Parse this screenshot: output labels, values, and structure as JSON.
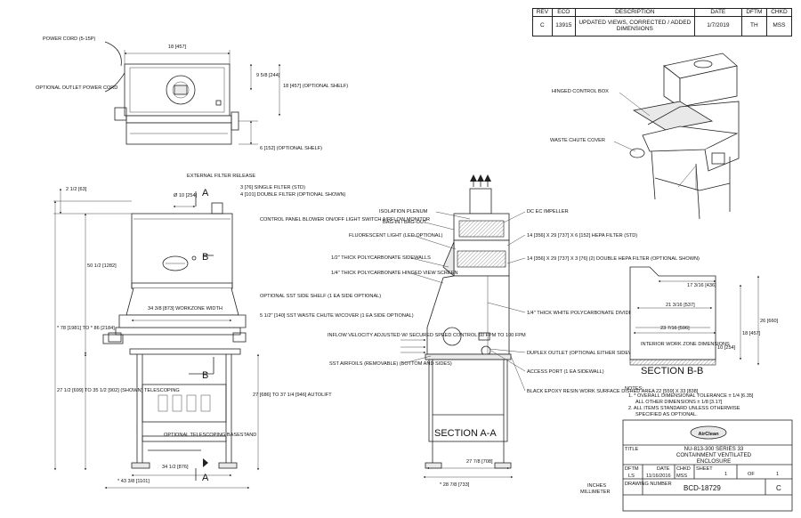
{
  "revision_block": {
    "headers": [
      "REV",
      "ECO",
      "DESCRIPTION",
      "DATE",
      "DFTM",
      "CHKD"
    ],
    "row": [
      "C",
      "13915",
      "UPDATED VIEWS, CORRECTED / ADDED DIMENSIONS",
      "1/7/2019",
      "TH",
      "MSS"
    ]
  },
  "top_view": {
    "power_cord": "POWER CORD (5-15P)",
    "outlet": "OPTIONAL OUTLET POWER CORD",
    "dim_width": "18 [457]",
    "dim_9_5_8": "9 5/8 [244]",
    "dim_shelf18": "18 [457] (OPTIONAL SHELF)",
    "dim_6": "6 [152] (OPTIONAL SHELF)"
  },
  "front_view": {
    "filter_release": "EXTERNAL FILTER RELEASE",
    "dim_2_5": "2 1/2 [63]",
    "dim_10": "Ø 10 [254]",
    "filter_single": "3 [76] SINGLE FILTER (STD)",
    "filter_double": "4 [101] DOUBLE FILTER (OPTIONAL SHOWN)",
    "control_panel": "CONTROL PANEL BLOWER ON/OFF LIGHT SWITCH AIRFLOW MONITOR",
    "dim_50": "50 1/2 [1282]",
    "dim_78": "* 78 [1981] TO * 86 [2184]",
    "dim_34_3_8": "34 3/8 [873] WORKZONE WIDTH",
    "sst_shelf": "OPTIONAL SST SIDE SHELF (1 EA SIDE OPTIONAL)",
    "waste_chute": "5 1/2\" [140] SST WASTE CHUTE W/COVER (1 EA SIDE OPTIONAL)",
    "dim_27_5": "27 1/2 [699] TO 35 1/2 [902] (SHOWN) TELESCOPING",
    "dim_27": "27 [686] TO 37 1/4 [946] AUTOLIFT",
    "basestand": "OPTIONAL TELESCOPING BASESTAND",
    "dim_34_5": "34 1/2 [876]",
    "dim_43": "* 43 3/8 [1101]",
    "section_letters": [
      "A",
      "A",
      "B",
      "B"
    ]
  },
  "section_aa": {
    "title": "SECTION A-A",
    "labels_left": [
      "ISOLATION PLENUM",
      "BAG-IN / BAG-OUT",
      "FLUORESCENT LIGHT (LED OPTIONAL)",
      "1/2\" THICK POLYCARBONATE SIDEWALLS",
      "1/4\" THICK POLYCARBONATE HINGED VIEW SCREEN",
      "INFLOW VELOCITY ADJUSTED W/ SECURED SPEED CONTROL 60 FPM TO 100 FPM",
      "SST AIRFOILS (REMOVABLE) (BOTTOM AND SIDES)"
    ],
    "labels_right": [
      "DC EC IMPELLER",
      "14 [356] X 29 [737] X 6 [152] HEPA FILTER (STD)",
      "14 [356] X 29 [737] X 3 [76] (2) DOUBLE HEPA FILTER (OPTIONAL SHOWN)",
      "1/4\" THICK WHITE POLYCARBONATE DIVIDER PANEL",
      "DUPLEX OUTLET (OPTIONAL EITHER SIDEWALL)",
      "ACCESS PORT (1 EA SIDEWALL)",
      "BLACK EPOXY RESIN WORK SURFACE DISHED AREA 22 [559] X 33 [838]"
    ],
    "dim_27_7_8": "27 7/8 [708]",
    "dim_28_7_8": "* 28 7/8 [733]"
  },
  "iso_view": {
    "hinged": "HINGED CONTROL BOX",
    "waste_cover": "WASTE CHUTE COVER"
  },
  "section_bb": {
    "title": "SECTION B-B",
    "dims": [
      "17 3/16 [436]",
      "21 3/16 [537]",
      "23 7/16 [596]",
      "26 [660]",
      "18 [457]",
      "10 [254]"
    ],
    "interior": "INTERIOR WORK ZONE DIMENSIONS"
  },
  "notes": {
    "title": "NOTES:",
    "items": [
      "1.  * OVERALL DIMENSIONAL TOLERANCE ± 1/4 [6.35]",
      "ALL OTHER DIMENSIONS ± 1/8 [3.17]",
      "2.  ALL ITEMS STANDARD UNLESS OTHERWISE",
      "SPECIFIED AS OPTIONAL."
    ]
  },
  "title_block": {
    "logo": "AirClean",
    "title_label": "TITLE",
    "title_lines": [
      "NU-813-300 SERIES 33",
      "CONTAINMENT VENTILATED",
      "ENCLOSURE"
    ],
    "dftm_label": "DFTM",
    "dftm": "LS",
    "date_label": "DATE",
    "date": "11/16/2016",
    "chkd_label": "CHKD",
    "chkd": "MSS",
    "sheet_label": "SHEET",
    "sheet": "1",
    "of_label": "OF",
    "of": "1",
    "drawing_label": "DRAWING NUMBER",
    "drawing": "BCD-18729",
    "rev": "C",
    "units": [
      "INCHES",
      "MILLIMETER"
    ]
  }
}
